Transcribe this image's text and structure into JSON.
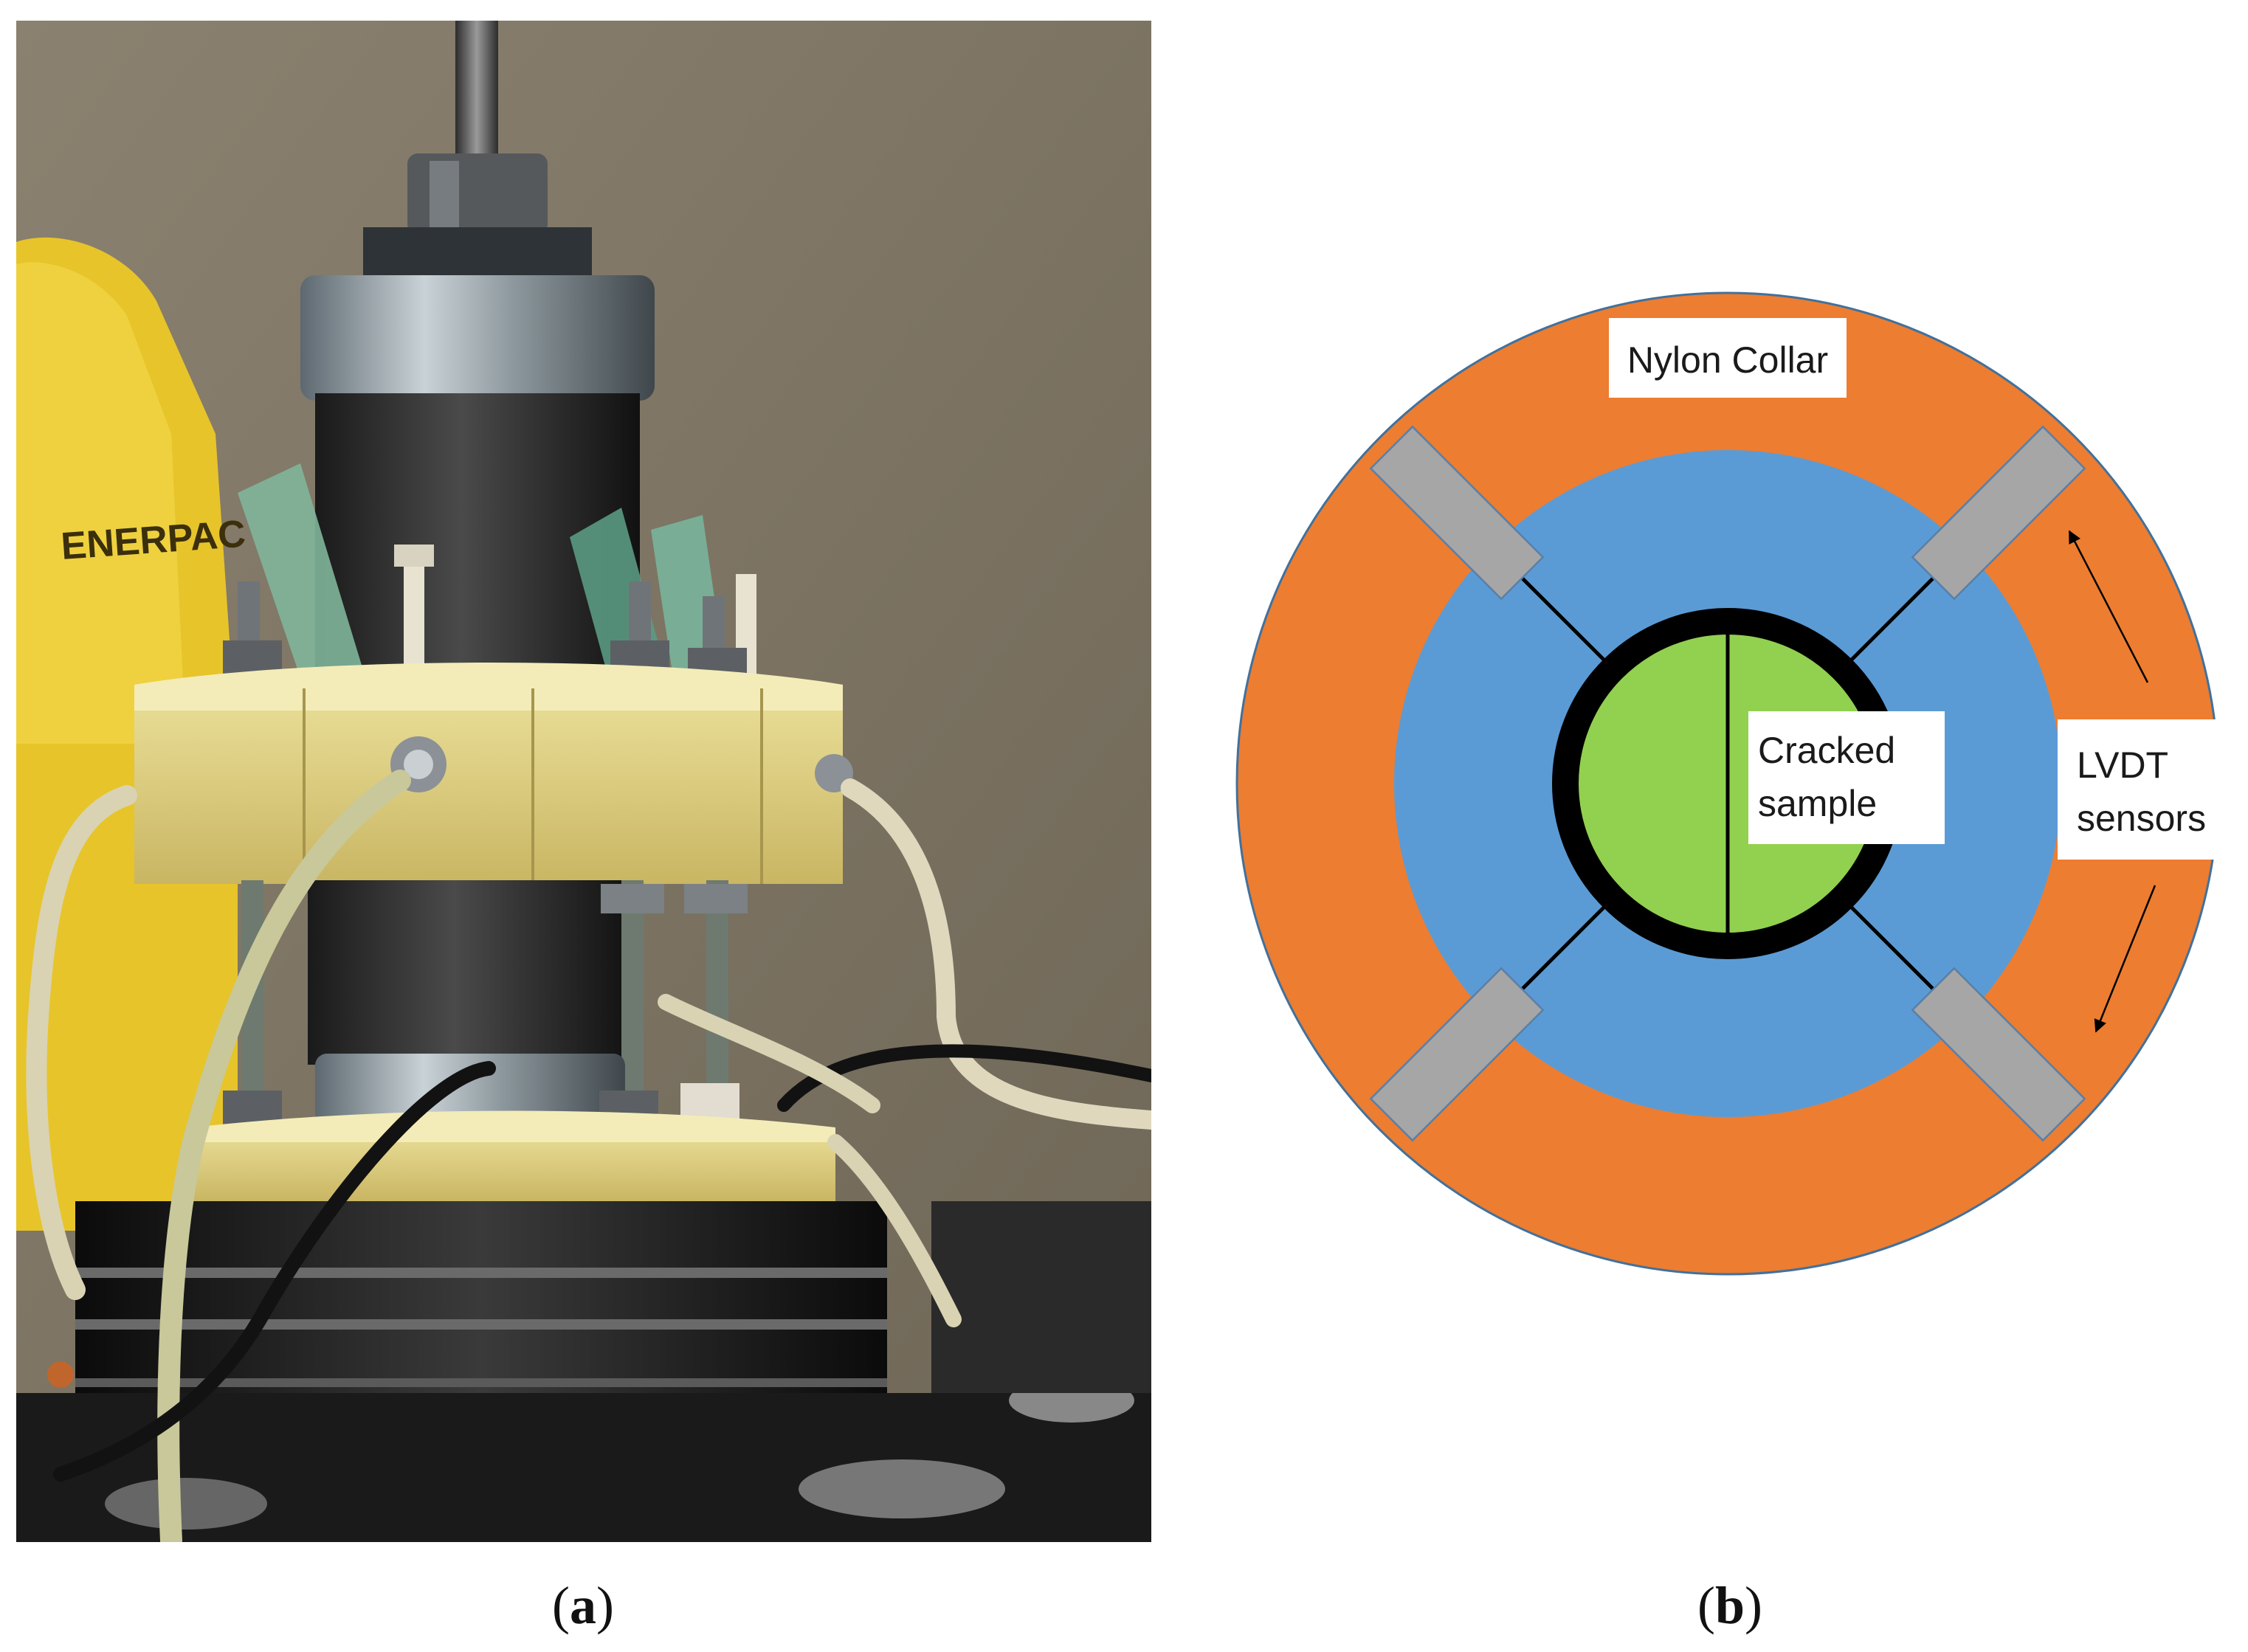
{
  "panels": {
    "a": {
      "caption_letter": "a",
      "photo_text": "ENERPAC"
    },
    "b": {
      "caption_letter": "b"
    }
  },
  "diagram": {
    "labels": {
      "collar": "Nylon Collar",
      "sample_line1": "Cracked",
      "sample_line2": "sample",
      "sensors_line1": "LVDT",
      "sensors_line2": "sensors"
    },
    "colors": {
      "collar": "#ed7d31",
      "ring": "#5b9bd5",
      "sample": "#92d050",
      "sensor": "#a6a6a6",
      "sensor_stroke": "#5a7fa8",
      "sample_border": "#000000"
    }
  }
}
